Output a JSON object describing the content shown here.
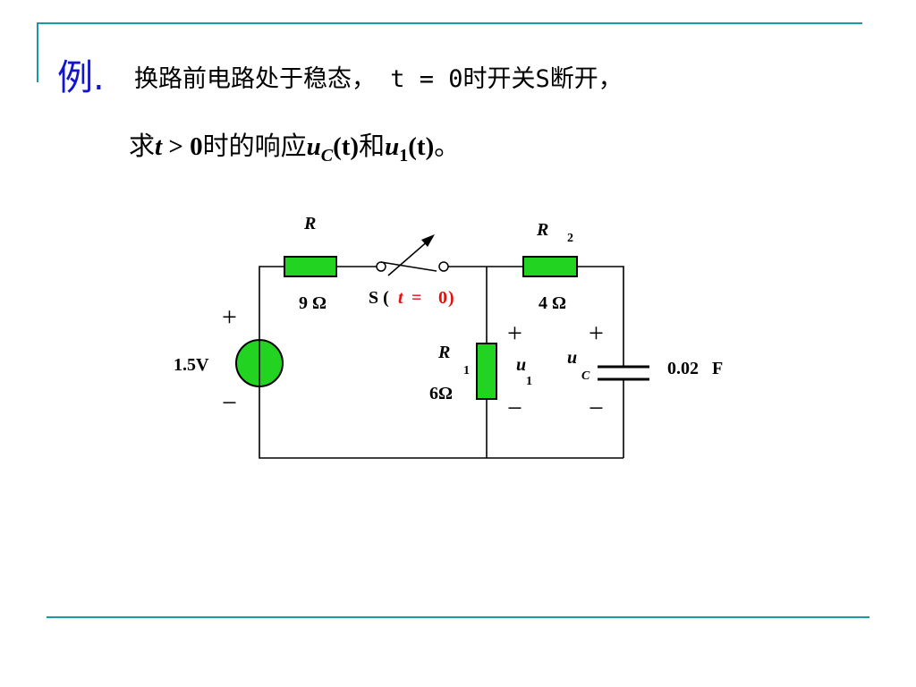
{
  "problem": {
    "prefix": "例.",
    "line1": "换路前电路处于稳态， t = 0时开关S断开，",
    "line2": {
      "lead": "求",
      "t": "t",
      "gt": " > ",
      "zero": "0",
      "mid": "时的响应",
      "u": "u",
      "sub_c": "C",
      "paren_t": "(t)",
      "and": "和",
      "u2": "u",
      "sub_1": "1",
      "paren_t2": "(t)",
      "end": "。"
    }
  },
  "circuit": {
    "source_value": "1.5V",
    "source_plus": "+",
    "source_minus": "−",
    "resistor_R": {
      "name": "R",
      "value": "9 Ω"
    },
    "switch": {
      "prefix": "S (",
      "t": "t",
      "eq": " = ",
      "zero": "0",
      "close": ")"
    },
    "resistor_R2": {
      "name": "R",
      "sub": "2",
      "value": "4 Ω"
    },
    "resistor_R1": {
      "name": "R",
      "sub": "1",
      "value": "6Ω"
    },
    "u1": {
      "plus": "+",
      "name": "u",
      "sub": "1",
      "minus": "−"
    },
    "uC": {
      "plus": "+",
      "name": "u",
      "sub": "C",
      "minus": "−"
    },
    "capacitor_value": "0.02   F"
  },
  "colors": {
    "accent_line": "#1a9aa8",
    "prefix_color": "#1414c8",
    "component_fill": "#22d322",
    "switch_label_red": "#e01010"
  }
}
